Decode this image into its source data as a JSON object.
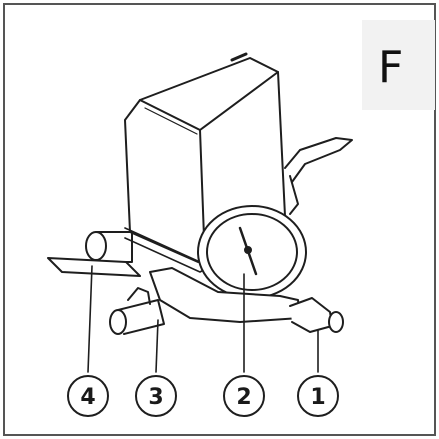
{
  "panel_letter": "F",
  "callouts": [
    {
      "number": "4"
    },
    {
      "number": "3"
    },
    {
      "number": "2"
    },
    {
      "number": "1"
    }
  ]
}
